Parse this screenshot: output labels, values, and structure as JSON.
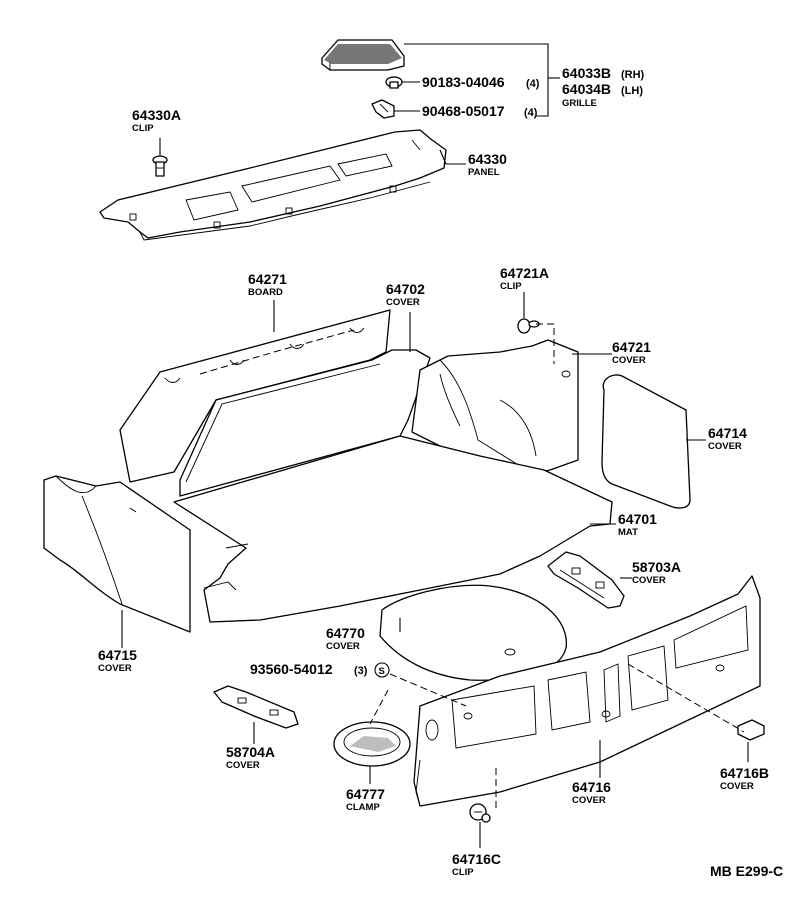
{
  "callouts": [
    {
      "id": "grille",
      "number": "64033B",
      "suffix": "(RH)"
    },
    {
      "id": "grille-lh",
      "number": "64034B",
      "suffix": "(LH)",
      "name": "GRILLE"
    },
    {
      "id": "bolt",
      "number": "90183-04046",
      "qty": "(4)"
    },
    {
      "id": "clip-a",
      "number": "90468-05017",
      "qty": "(4)"
    },
    {
      "id": "clip-64330A",
      "number": "64330A",
      "name": "CLIP"
    },
    {
      "id": "panel",
      "number": "64330",
      "name": "PANEL"
    },
    {
      "id": "board",
      "number": "64271",
      "name": "BOARD"
    },
    {
      "id": "cover-64702",
      "number": "64702",
      "name": "COVER"
    },
    {
      "id": "clip-64721A",
      "number": "64721A",
      "name": "CLIP"
    },
    {
      "id": "cover-64721",
      "number": "64721",
      "name": "COVER"
    },
    {
      "id": "cover-64714",
      "number": "64714",
      "name": "COVER"
    },
    {
      "id": "mat",
      "number": "64701",
      "name": "MAT"
    },
    {
      "id": "cover-58703A",
      "number": "58703A",
      "name": "COVER"
    },
    {
      "id": "cover-64770",
      "number": "64770",
      "name": "COVER"
    },
    {
      "id": "screw",
      "number": "93560-54012",
      "qty": "(3)",
      "symbol": "S"
    },
    {
      "id": "cover-64715",
      "number": "64715",
      "name": "COVER"
    },
    {
      "id": "cover-58704A",
      "number": "58704A",
      "name": "COVER"
    },
    {
      "id": "clamp",
      "number": "64777",
      "name": "CLAMP"
    },
    {
      "id": "cover-64716",
      "number": "64716",
      "name": "COVER"
    },
    {
      "id": "cover-64716B",
      "number": "64716B",
      "name": "COVER"
    },
    {
      "id": "clip-64716C",
      "number": "64716C",
      "name": "CLIP"
    }
  ],
  "diagram_code": "MB E299-C"
}
